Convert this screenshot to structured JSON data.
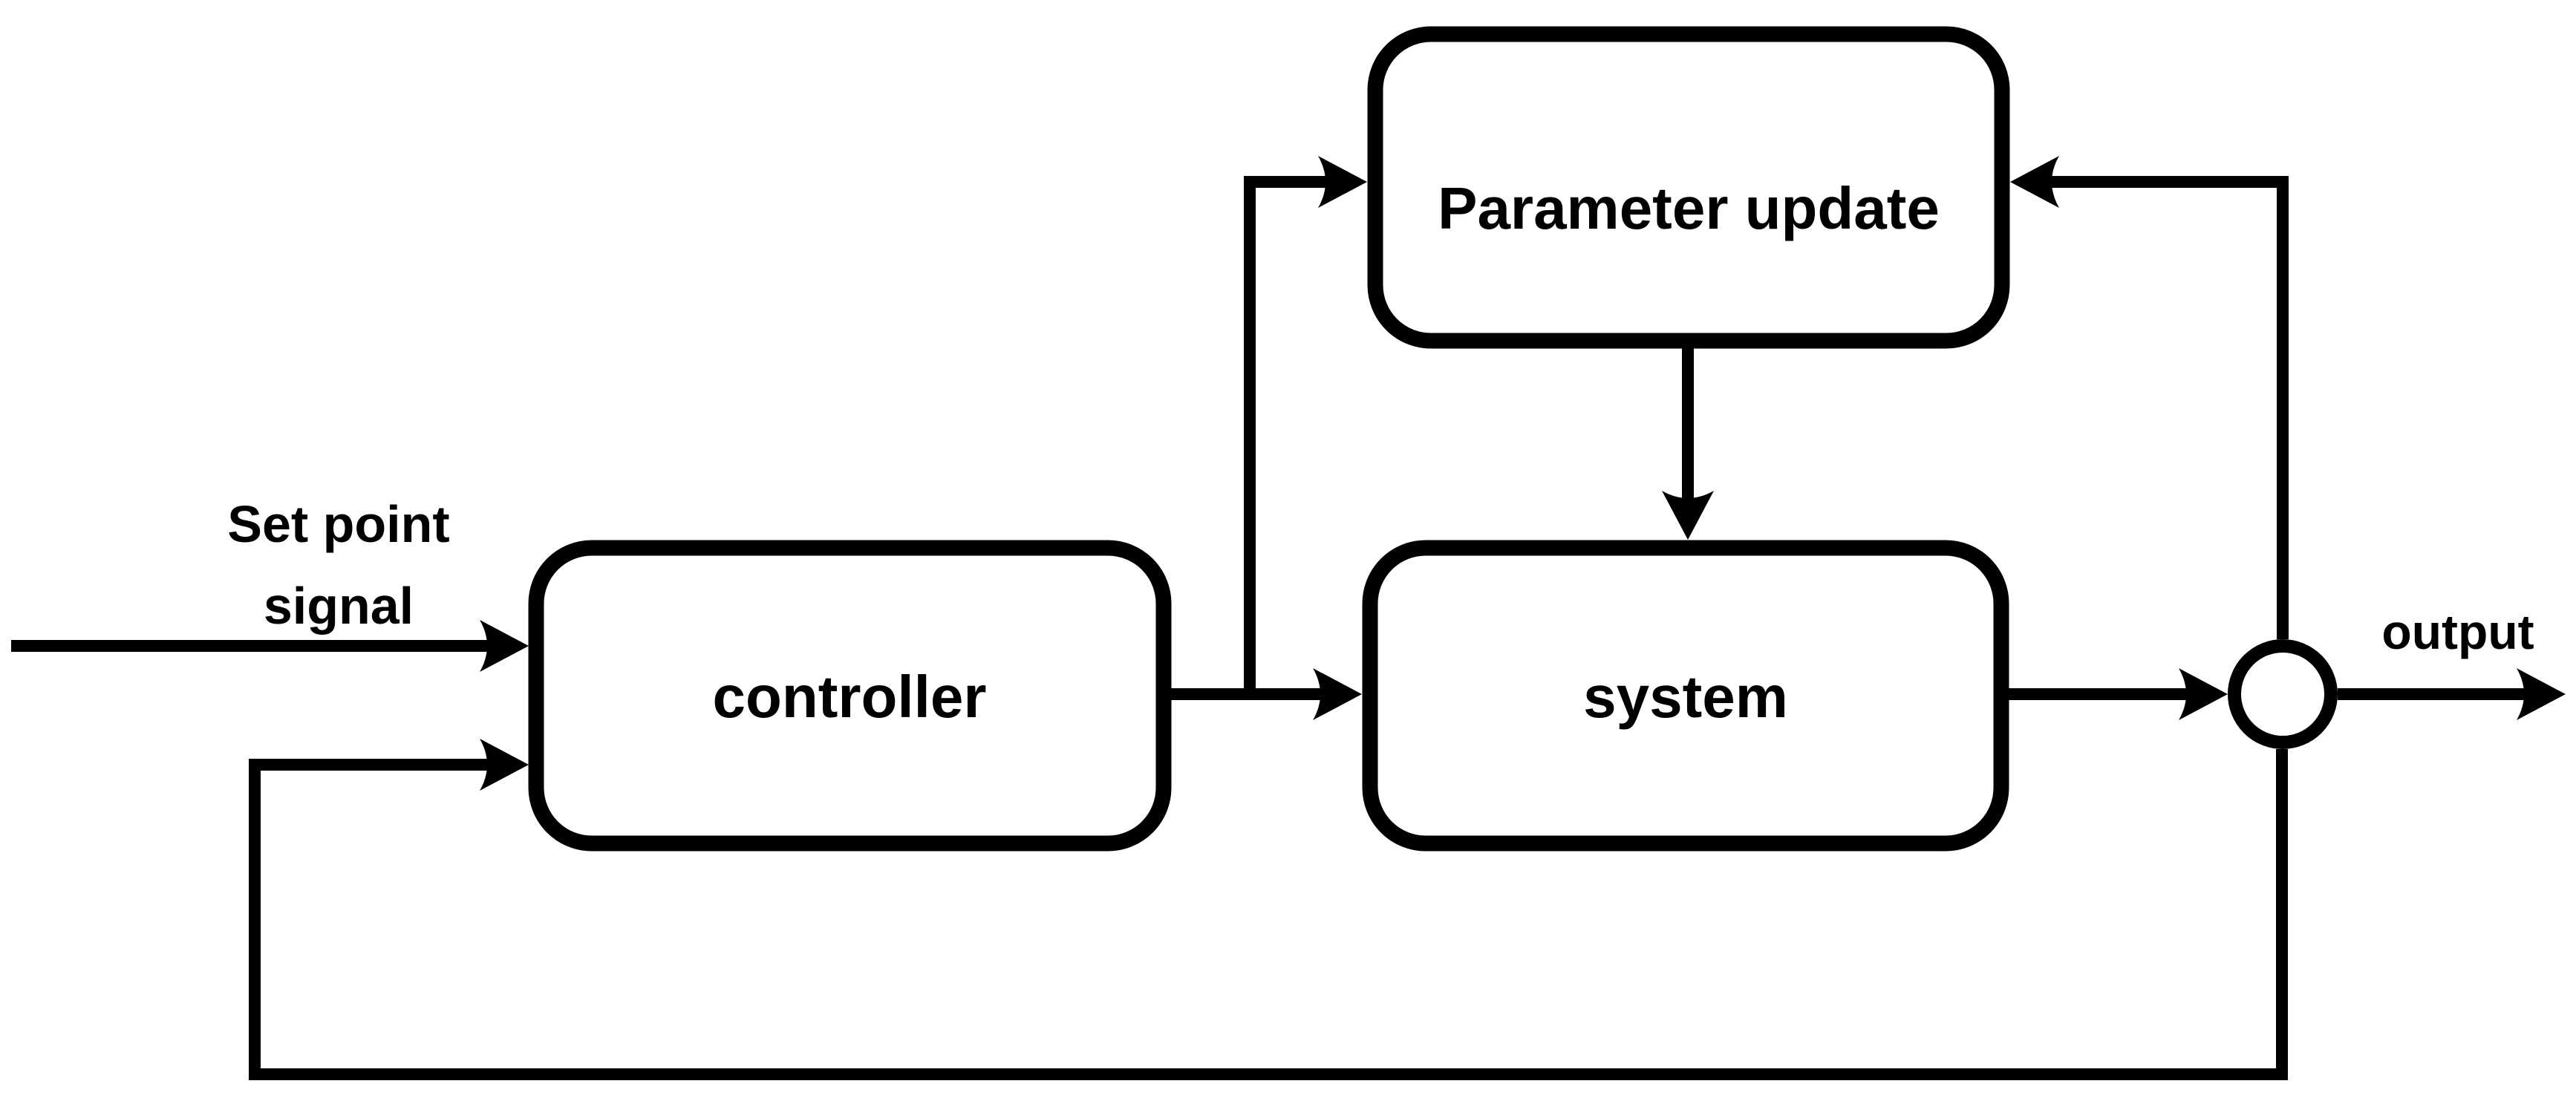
{
  "diagram": {
    "title": "adaptive-control-block-diagram",
    "colors": {
      "background": "#ffffff",
      "stroke": "#000000",
      "node_fill": "#ffffff",
      "text": "#000000"
    },
    "nodes": {
      "parameter_update": {
        "label": "Parameter update"
      },
      "controller": {
        "label": "controller"
      },
      "system": {
        "label": "system"
      }
    },
    "junction": {
      "type": "summing-circle"
    },
    "annotations": {
      "set_point": {
        "line1": "Set point",
        "line2": "signal"
      },
      "output": {
        "label": "output"
      }
    },
    "edges": [
      {
        "from": "set-point-signal",
        "to": "controller"
      },
      {
        "from": "feedback-loop",
        "to": "controller"
      },
      {
        "from": "controller",
        "to": "system"
      },
      {
        "from": "controller",
        "to": "parameter-update"
      },
      {
        "from": "parameter-update",
        "to": "system"
      },
      {
        "from": "system",
        "to": "summing-junction"
      },
      {
        "from": "summing-junction",
        "to": "output"
      },
      {
        "from": "output-feedback",
        "to": "parameter-update"
      },
      {
        "from": "output-feedback",
        "to": "feedback-loop"
      }
    ]
  }
}
